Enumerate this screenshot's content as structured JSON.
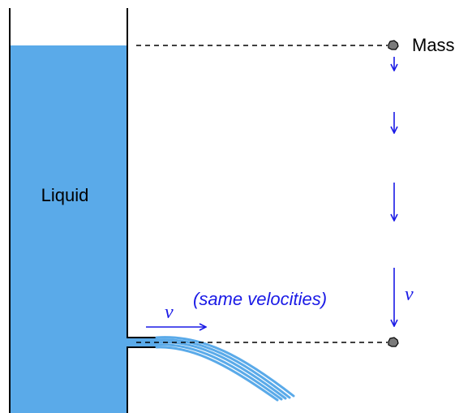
{
  "labels": {
    "liquid": "Liquid",
    "mass": "Mass",
    "same_velocities": "(same velocities)",
    "velocity_symbol_jet": "v",
    "velocity_symbol_mass": "v"
  },
  "colors": {
    "liquid_fill": "#5aaae9",
    "jet_stream": "#5aaae9",
    "arrows": "#1a1ae6",
    "annotation_text": "#1a1ae6",
    "walls": "#000000",
    "dashed_lines": "#000000",
    "mass_dot": "#7a7a7a"
  },
  "icons": {
    "mass_top": "mass-dot-icon",
    "mass_bottom": "mass-dot-icon"
  }
}
